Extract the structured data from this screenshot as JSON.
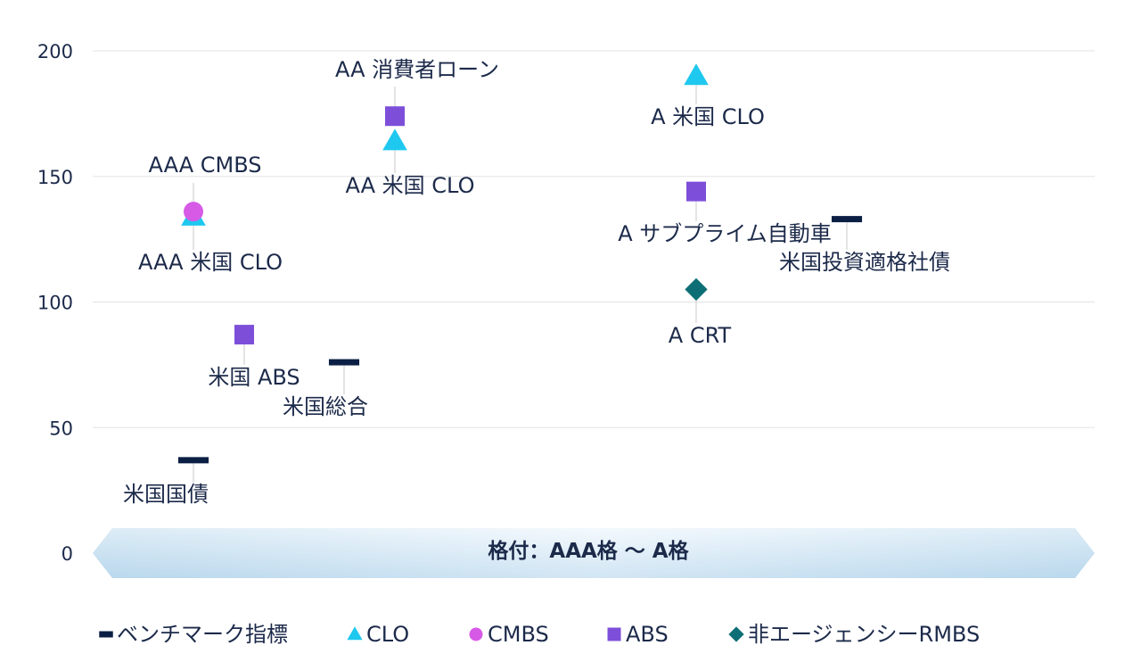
{
  "chart_data": {
    "type": "scatter",
    "title": "",
    "xlabel": "",
    "ylabel": "",
    "ylim": [
      0,
      200
    ],
    "yticks": [
      0,
      50,
      100,
      150,
      200
    ],
    "grid": true,
    "band_label": "格付：AAA格 ～ A格",
    "legend_position": "bottom",
    "series": [
      {
        "name": "ベンチマーク指標",
        "marker": "dash",
        "color": "#0b1f45"
      },
      {
        "name": "CLO",
        "marker": "triangle",
        "color": "#1ec8ef"
      },
      {
        "name": "CMBS",
        "marker": "circle",
        "color": "#d65ae6"
      },
      {
        "name": "ABS",
        "marker": "square",
        "color": "#7d4fd9"
      },
      {
        "name": "非エージェンシーRMBS",
        "marker": "diamond",
        "color": "#0d6f75"
      }
    ],
    "points": [
      {
        "label": "米国国債",
        "series": "ベンチマーク指標",
        "value": 37
      },
      {
        "label": "AAA 米国 CLO",
        "series": "CLO",
        "value": 134
      },
      {
        "label": "AAA CMBS",
        "series": "CMBS",
        "value": 136
      },
      {
        "label": "米国 ABS",
        "series": "ABS",
        "value": 87
      },
      {
        "label": "米国総合",
        "series": "ベンチマーク指標",
        "value": 76
      },
      {
        "label": "AA 消費者ローン",
        "series": "ABS",
        "value": 174
      },
      {
        "label": "AA 米国 CLO",
        "series": "CLO",
        "value": 164
      },
      {
        "label": "A 米国 CLO",
        "series": "CLO",
        "value": 190
      },
      {
        "label": "A サブプライム自動車",
        "series": "ABS",
        "value": 144
      },
      {
        "label": "A CRT",
        "series": "非エージェンシーRMBS",
        "value": 105
      },
      {
        "label": "米国投資適格社債",
        "series": "ベンチマーク指標",
        "value": 133
      }
    ]
  }
}
